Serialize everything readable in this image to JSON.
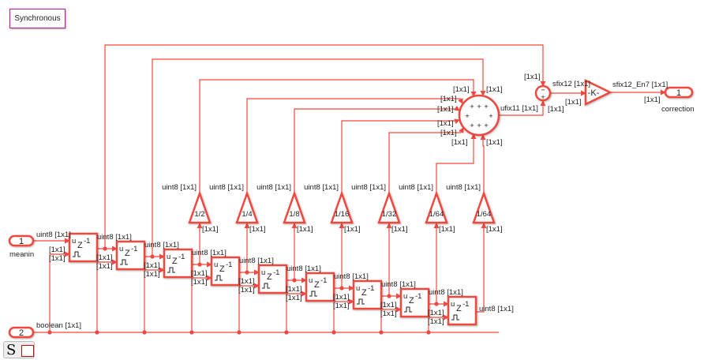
{
  "annotation": "Synchronous",
  "inports": [
    {
      "number": "1",
      "name": "meanin",
      "signal": "uint8 [1x1]"
    },
    {
      "number": "2",
      "name": "",
      "signal": "boolean [1x1]"
    }
  ],
  "outport": {
    "number": "1",
    "name": "correction",
    "signal": "sfix12_En7 [1x1]"
  },
  "delay_block": {
    "input_label": "u",
    "operator": "Z",
    "exponent": "-1",
    "count": 9
  },
  "delay_signal": "uint8 [1x1]",
  "dim": "[1x1]",
  "gains": [
    "1/2",
    "1/4",
    "1/8",
    "1/16",
    "1/32",
    "1/64",
    "1/64"
  ],
  "gain_out_signal": "uint8 [1x1]",
  "sum": {
    "signs": "++++++++",
    "out_signal": "ufix11 [1x1]"
  },
  "subtract": {
    "signs": [
      "−",
      "+"
    ],
    "out_signal": "sfix12 [1x1]"
  },
  "output_gain": {
    "label": "-K-"
  },
  "colors": {
    "block": "#f0483e",
    "annotation": "#c0168c"
  },
  "badge": {
    "letter": "S"
  }
}
